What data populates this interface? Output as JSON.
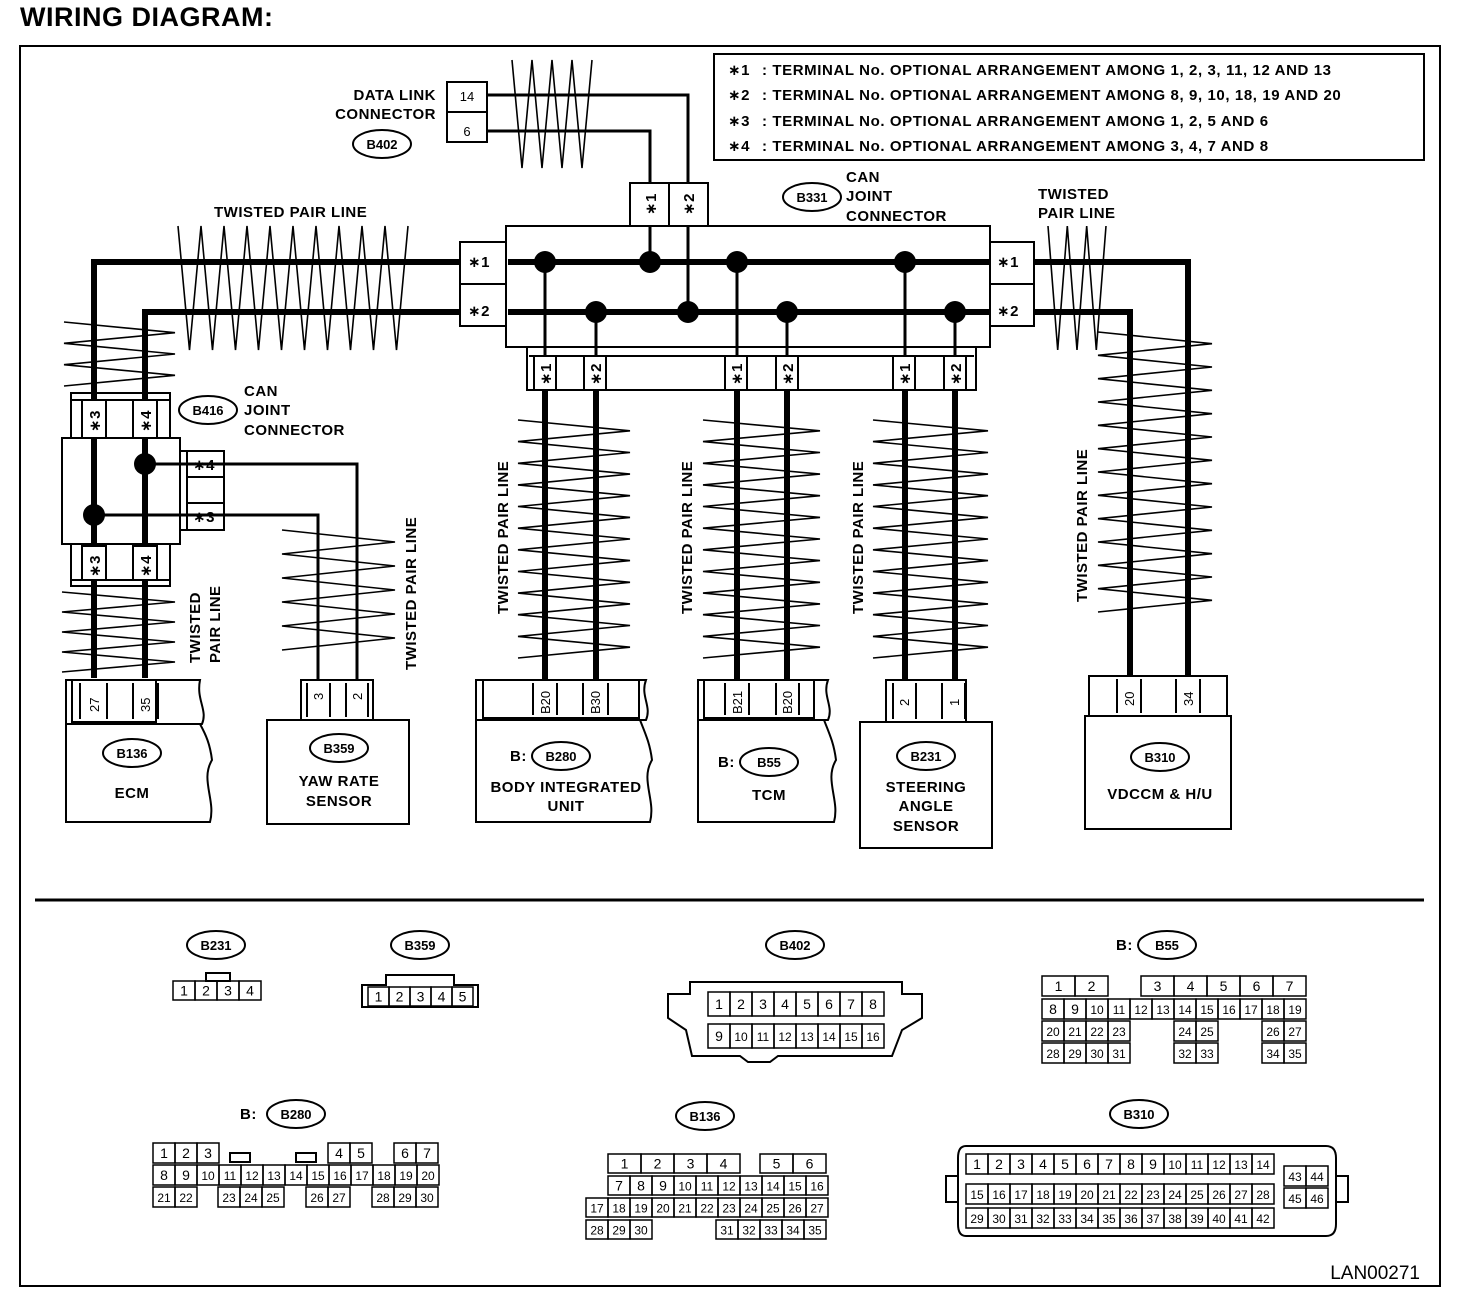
{
  "title": "WIRING DIAGRAM:",
  "figure_code": "LAN00271",
  "notes": [
    {
      "mark": "∗1",
      "text": ": TERMINAL No. OPTIONAL ARRANGEMENT AMONG 1, 2, 3, 11, 12  AND 13"
    },
    {
      "mark": "∗2",
      "text": ": TERMINAL No. OPTIONAL ARRANGEMENT AMONG 8, 9, 10, 18, 19  AND 20"
    },
    {
      "mark": "∗3",
      "text": ": TERMINAL No. OPTIONAL ARRANGEMENT AMONG 1, 2, 5  AND 6"
    },
    {
      "mark": "∗4",
      "text": ": TERMINAL No. OPTIONAL ARRANGEMENT AMONG 3, 4, 7  AND 8"
    }
  ],
  "labels": {
    "twisted_pair_line": "TWISTED PAIR LINE",
    "twisted": "TWISTED",
    "pair_line": "PAIR LINE",
    "can": "CAN",
    "joint": "JOINT",
    "connector": "CONNECTOR",
    "data_link": "DATA LINK",
    "connector_word": "CONNECTOR",
    "b_prefix": "B:"
  },
  "marks": {
    "s1": "∗1",
    "s2": "∗2",
    "s3": "∗3",
    "s4": "∗4"
  },
  "connectors": {
    "b402": "B402",
    "b331": "B331",
    "b416": "B416",
    "b136": "B136",
    "b359": "B359",
    "b280": "B280",
    "b55": "B55",
    "b231": "B231",
    "b310": "B310"
  },
  "dlc_pins": [
    "14",
    "6"
  ],
  "components": {
    "ecm": {
      "name": "ECM",
      "pins": [
        "27",
        "35"
      ]
    },
    "yaw": {
      "name1": "YAW RATE",
      "name2": "SENSOR",
      "pins": [
        "3",
        "2"
      ]
    },
    "biu": {
      "name1": "BODY INTEGRATED",
      "name2": "UNIT",
      "pins": [
        "B20",
        "B30"
      ]
    },
    "tcm": {
      "name": "TCM",
      "pins": [
        "B21",
        "B20"
      ]
    },
    "steer": {
      "name1": "STEERING",
      "name2": "ANGLE",
      "name3": "SENSOR",
      "pins": [
        "2",
        "1"
      ]
    },
    "vdc": {
      "name": "VDCCM & H/U",
      "pins": [
        "20",
        "34"
      ]
    }
  },
  "pinouts": {
    "b231": [
      "1",
      "2",
      "3",
      "4"
    ],
    "b359": [
      "1",
      "2",
      "3",
      "4",
      "5"
    ],
    "b402_top": [
      "1",
      "2",
      "3",
      "4",
      "5",
      "6",
      "7",
      "8"
    ],
    "b402_bot": [
      "9",
      "10",
      "11",
      "12",
      "13",
      "14",
      "15",
      "16"
    ],
    "b55_r1": [
      "1",
      "2",
      "",
      "3",
      "4",
      "5",
      "6",
      "7"
    ],
    "b55_r2": [
      "8",
      "9",
      "10",
      "11",
      "12",
      "13",
      "14",
      "15",
      "16",
      "17",
      "18",
      "19"
    ],
    "b55_r3a": [
      "20",
      "21",
      "22",
      "23"
    ],
    "b55_r3b": [
      "24",
      "25"
    ],
    "b55_r3c": [
      "26",
      "27"
    ],
    "b55_r4a": [
      "28",
      "29",
      "30",
      "31"
    ],
    "b55_r4b": [
      "32",
      "33"
    ],
    "b55_r4c": [
      "34",
      "35"
    ],
    "b280_r1a": [
      "1",
      "2",
      "3"
    ],
    "b280_r1b": [
      "4",
      "5"
    ],
    "b280_r1c": [
      "6",
      "7"
    ],
    "b280_r2": [
      "8",
      "9",
      "10",
      "11",
      "12",
      "13",
      "14",
      "15",
      "16",
      "17",
      "18",
      "19",
      "20"
    ],
    "b280_r3a": [
      "21",
      "22"
    ],
    "b280_r3b": [
      "23",
      "24",
      "25"
    ],
    "b280_r3c": [
      "26",
      "27"
    ],
    "b280_r3d": [
      "28",
      "29",
      "30"
    ],
    "b136_r1a": [
      "1",
      "2",
      "3",
      "4"
    ],
    "b136_r1b": [
      "5",
      "6"
    ],
    "b136_r2": [
      "7",
      "8",
      "9",
      "10",
      "11",
      "12",
      "13",
      "14",
      "15",
      "16"
    ],
    "b136_r3": [
      "17",
      "18",
      "19",
      "20",
      "21",
      "22",
      "23",
      "24",
      "25",
      "26",
      "27"
    ],
    "b136_r4a": [
      "28",
      "29",
      "30"
    ],
    "b136_r4b": [
      "31",
      "32",
      "33",
      "34",
      "35"
    ],
    "b310_r1": [
      "1",
      "2",
      "3",
      "4",
      "5",
      "6",
      "7",
      "8",
      "9",
      "10",
      "11",
      "12",
      "13",
      "14"
    ],
    "b310_r2": [
      "15",
      "16",
      "17",
      "18",
      "19",
      "20",
      "21",
      "22",
      "23",
      "24",
      "25",
      "26",
      "27",
      "28"
    ],
    "b310_r3": [
      "29",
      "30",
      "31",
      "32",
      "33",
      "34",
      "35",
      "36",
      "37",
      "38",
      "39",
      "40",
      "41",
      "42"
    ],
    "b310_sa": [
      "43",
      "44"
    ],
    "b310_sb": [
      "45",
      "46"
    ]
  }
}
